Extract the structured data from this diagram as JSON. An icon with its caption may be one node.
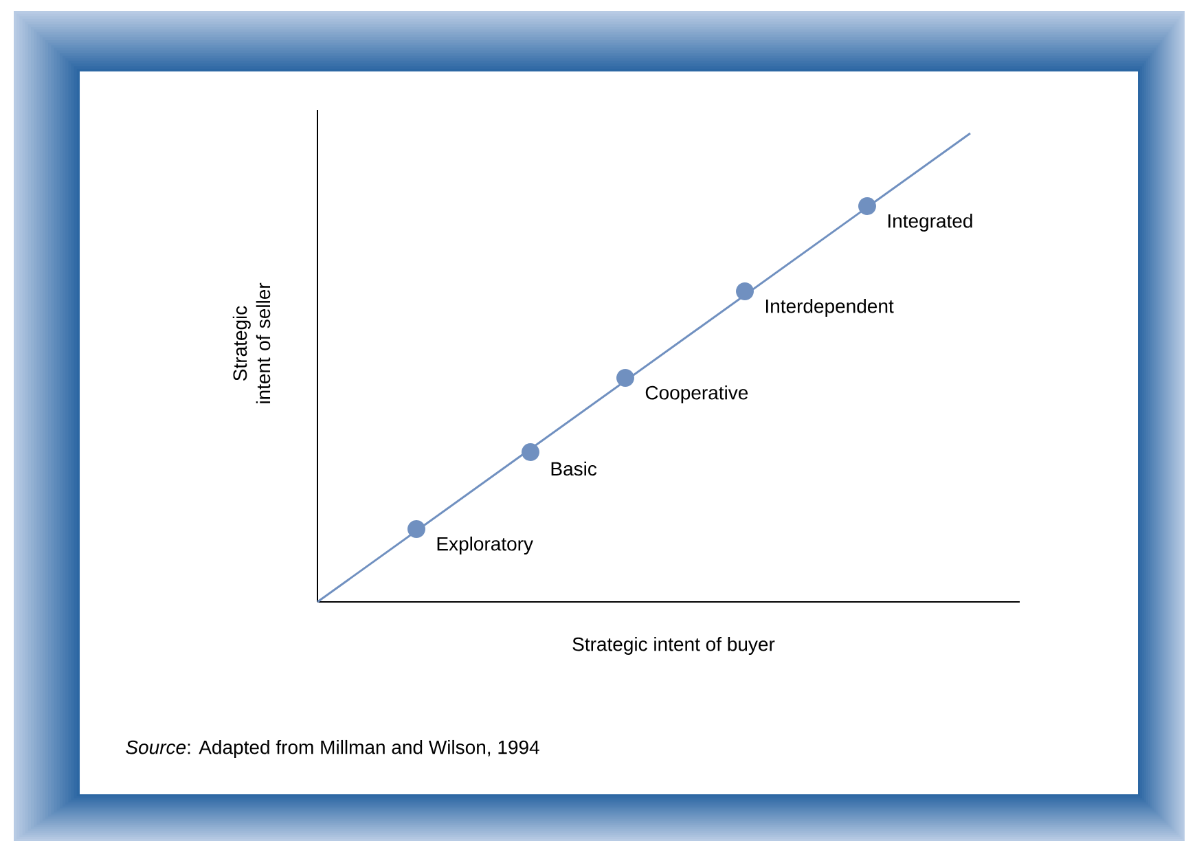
{
  "diagram": {
    "caption": "*Source*: Adapted from Millman and Wilson, 1994",
    "nodes": [
      {
        "text": [],
        "shape": "circle",
        "beside": [
          "Exploratory"
        ]
      },
      {
        "text": [],
        "shape": "circle",
        "beside": [
          "Basic"
        ]
      },
      {
        "text": [],
        "shape": "circle",
        "beside": [
          "Cooperative"
        ]
      },
      {
        "text": [],
        "shape": "circle",
        "beside": [
          "Interdependent"
        ]
      },
      {
        "text": [],
        "shape": "circle",
        "beside": [
          "Integrated"
        ]
      }
    ],
    "labels": [
      "Strategic intent of seller",
      "Strategic intent of buyer"
    ]
  }
}
